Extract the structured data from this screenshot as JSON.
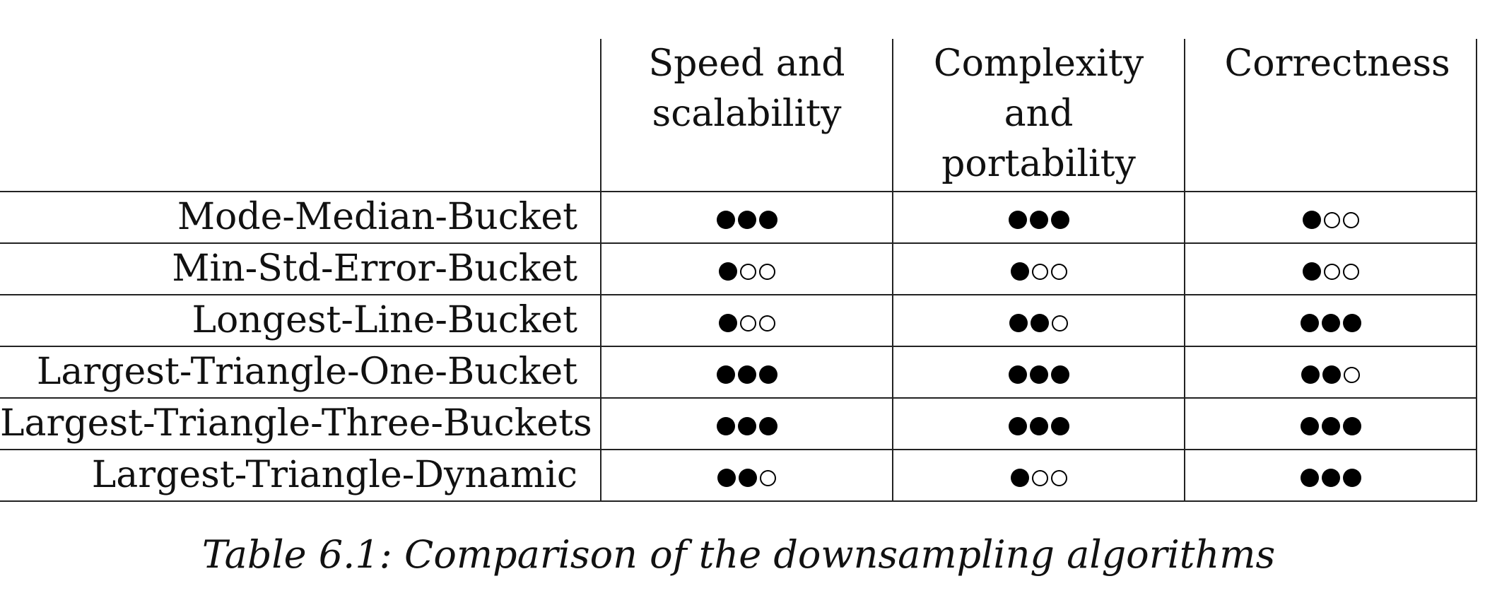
{
  "table": {
    "columns": [
      "Speed and scalability",
      "Complexity and portability",
      "Correctness"
    ],
    "rows": [
      {
        "name": "Mode-Median-Bucket",
        "ratings": [
          3,
          3,
          1
        ]
      },
      {
        "name": "Min-Std-Error-Bucket",
        "ratings": [
          1,
          1,
          1
        ]
      },
      {
        "name": "Longest-Line-Bucket",
        "ratings": [
          1,
          2,
          3
        ]
      },
      {
        "name": "Largest-Triangle-One-Bucket",
        "ratings": [
          3,
          3,
          2
        ]
      },
      {
        "name": "Largest-Triangle-Three-Buckets",
        "ratings": [
          3,
          3,
          3
        ]
      },
      {
        "name": "Largest-Triangle-Dynamic",
        "ratings": [
          2,
          1,
          3
        ]
      }
    ],
    "rating_max": 3
  },
  "caption": "Table 6.1: Comparison of the downsampling algorithms"
}
